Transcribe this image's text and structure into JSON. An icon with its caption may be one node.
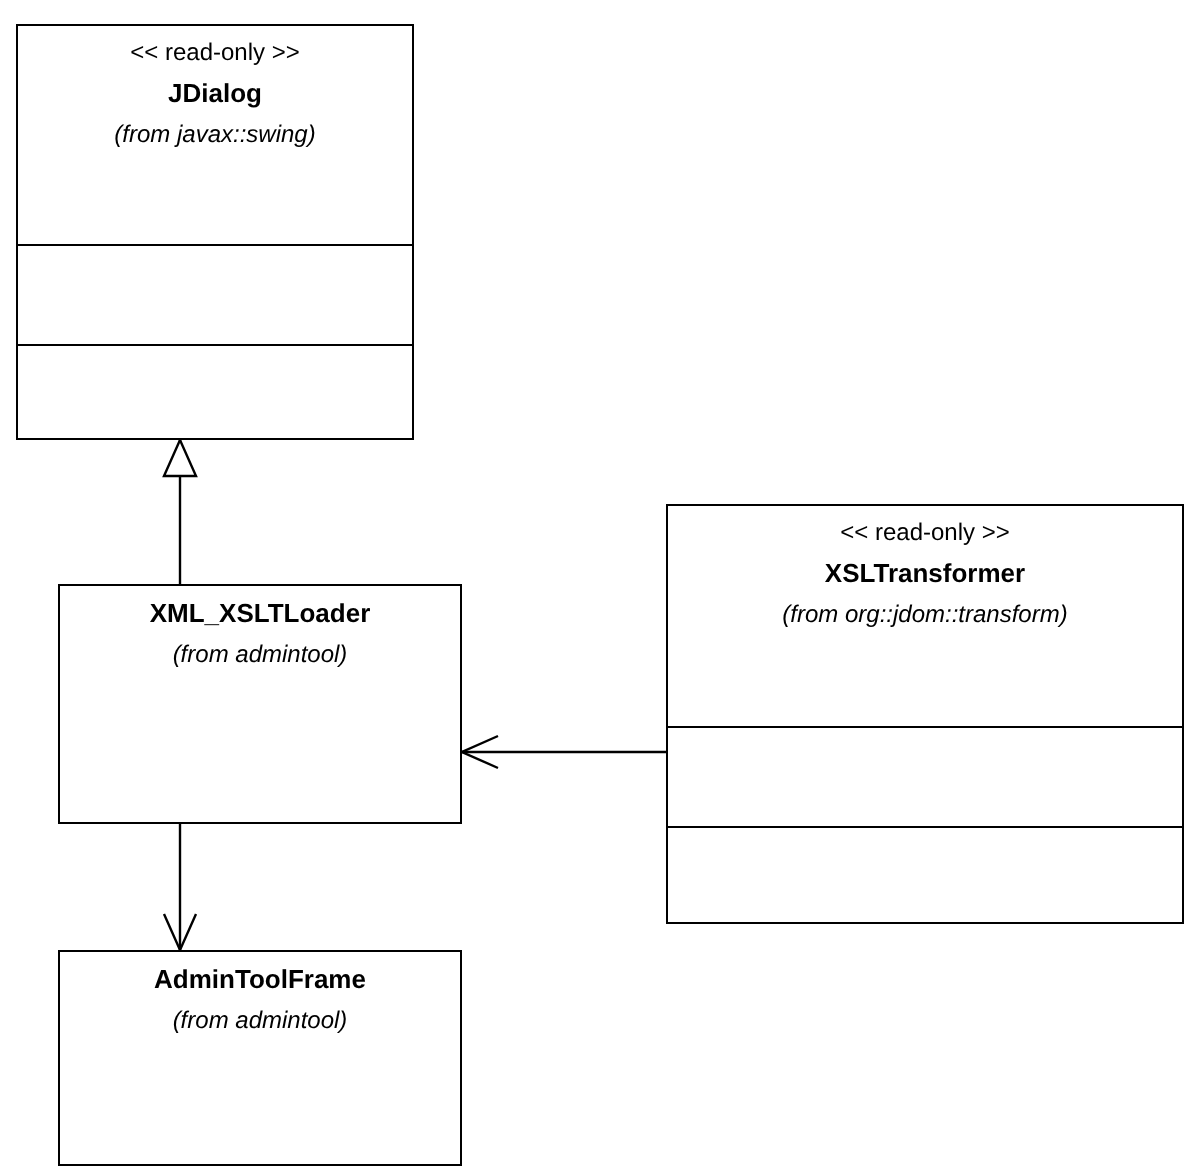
{
  "diagram": {
    "nodes": [
      {
        "text": [
          "<< read-only >>",
          "JDialog",
          "(from javax::swing)"
        ]
      },
      {
        "text": [
          "XML_XSLTLoader",
          "(from admintool)"
        ]
      },
      {
        "text": [
          "<< read-only >>",
          "XSLTransformer",
          "(from org::jdom::transform)"
        ]
      },
      {
        "text": [
          "AdminToolFrame",
          "(from admintool)"
        ]
      }
    ],
    "edges": [
      {
        "from": 1,
        "to": 0,
        "arrow": "to"
      },
      {
        "from": 2,
        "to": 1,
        "arrow": "to"
      },
      {
        "from": 1,
        "to": 3,
        "arrow": "to"
      }
    ]
  }
}
